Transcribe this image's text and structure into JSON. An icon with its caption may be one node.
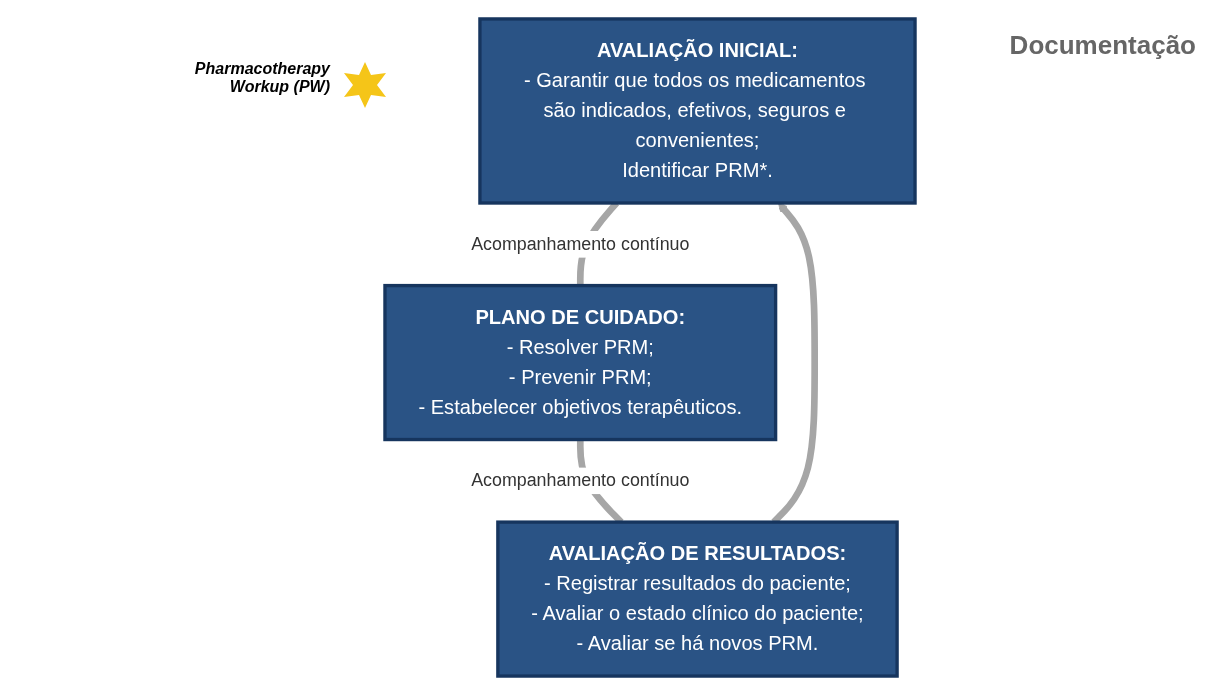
{
  "diagram": {
    "nodes": [
      {
        "text": [
          "AVALIAÇÃO INICIAL:",
          "- Garantir que todos os medicamentos são indicados, efetivos, seguros e convenientes;",
          "Identificar PRM*."
        ]
      },
      {
        "text": [
          "PLANO DE CUIDADO:",
          "- Resolver PRM;",
          "- Prevenir PRM;",
          "- Estabelecer objetivos terapêuticos."
        ]
      },
      {
        "text": [
          "AVALIAÇÃO DE RESULTADOS:",
          "- Registrar resultados do paciente;",
          "- Avaliar o estado clínico do paciente;",
          "- Avaliar se há novos PRM."
        ]
      }
    ],
    "edges": [
      {
        "from": 0,
        "to": 1,
        "arrow": "none",
        "label": "Acompanhamento contínuo"
      },
      {
        "from": 1,
        "to": 2,
        "arrow": "none",
        "label": "Acompanhamento contínuo"
      },
      {
        "from": 2,
        "to": 0,
        "arrow": "to"
      }
    ],
    "labels": [
      "Documentação",
      "Pharmacotherapy Workup (PW)"
    ]
  }
}
